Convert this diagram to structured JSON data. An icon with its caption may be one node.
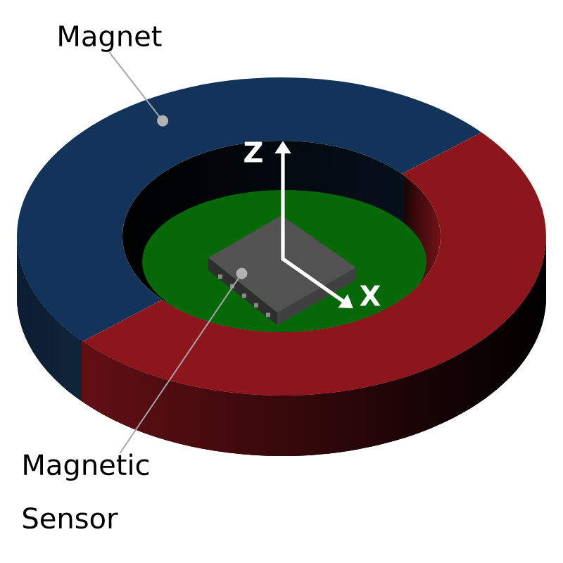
{
  "diagram": {
    "nodes": [
      {
        "text": [
          "Magnet"
        ]
      },
      {
        "text": [],
        "shape": "picture"
      },
      {
        "text": [
          "Magnetic Sensor"
        ]
      },
      {
        "text": [],
        "shape": "picture"
      }
    ],
    "edges": [
      {
        "from": 0,
        "to": 1,
        "arrow": "other"
      },
      {
        "from": 2,
        "to": 3,
        "arrow": "other"
      }
    ],
    "labels": [
      "Z",
      "X"
    ]
  }
}
